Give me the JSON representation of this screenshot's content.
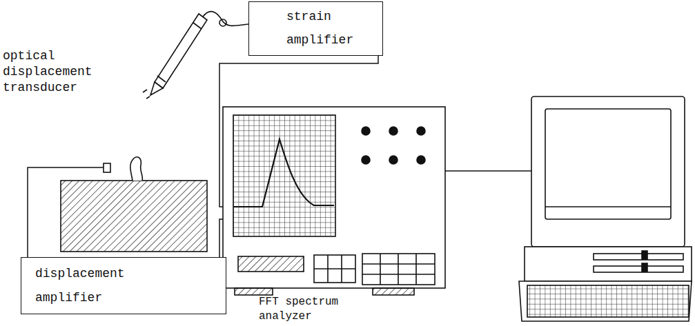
{
  "diagram": {
    "nodes": [
      {
        "text": [
          "strain amplifier"
        ]
      },
      {
        "text": [
          "displacement amplifier"
        ]
      },
      {
        "text": [
          "FFT spectrum analyzer"
        ]
      }
    ],
    "edges": [
      {
        "from": 0,
        "to": 2,
        "arrow": "none"
      },
      {
        "from": 1,
        "to": 2,
        "arrow": "none"
      }
    ],
    "labels": [
      "optical displacement transducer"
    ]
  }
}
